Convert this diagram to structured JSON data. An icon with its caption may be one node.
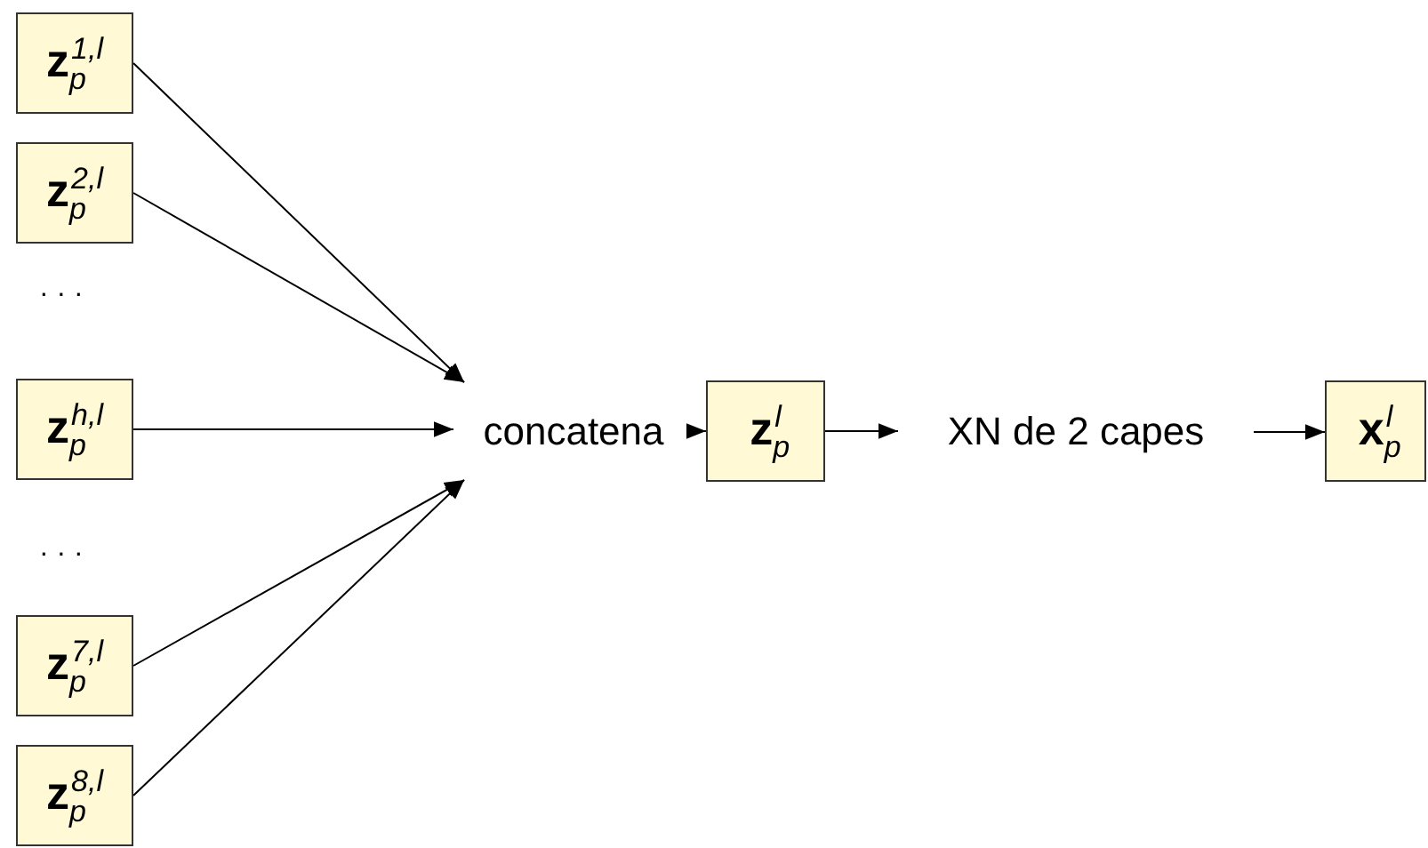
{
  "diagram": {
    "nodes": [
      {
        "text": [
          "**z**$_{p}$$^{1,l}$"
        ]
      },
      {
        "text": [
          "**z**$_{p}$$^{2,l}$"
        ]
      },
      {
        "text": [
          "**z**$_{p}$$^{h,l}$"
        ]
      },
      {
        "text": [
          "**z**$_{p}$$^{7,l}$"
        ]
      },
      {
        "text": [
          "**z**$_{p}$$^{8,l}$"
        ]
      },
      {
        "text": [
          "concatena"
        ]
      },
      {
        "text": [
          "**z**$_{p}$$^{l}$"
        ]
      },
      {
        "text": [
          "XN de 2 capes"
        ]
      },
      {
        "text": [
          "**x**$_{p}$$^{l}$"
        ]
      }
    ],
    "edges": [
      {
        "from": 0,
        "to": 5,
        "arrow": "to"
      },
      {
        "from": 1,
        "to": 5,
        "arrow": "to"
      },
      {
        "from": 2,
        "to": 5,
        "arrow": "to"
      },
      {
        "from": 3,
        "to": 5,
        "arrow": "to"
      },
      {
        "from": 4,
        "to": 5,
        "arrow": "to"
      },
      {
        "from": 5,
        "to": 6,
        "arrow": "to"
      },
      {
        "from": 6,
        "to": 7,
        "arrow": "to"
      },
      {
        "from": 7,
        "to": 8,
        "arrow": "to"
      }
    ],
    "labels": [
      "· · ·",
      "· · ·"
    ]
  }
}
